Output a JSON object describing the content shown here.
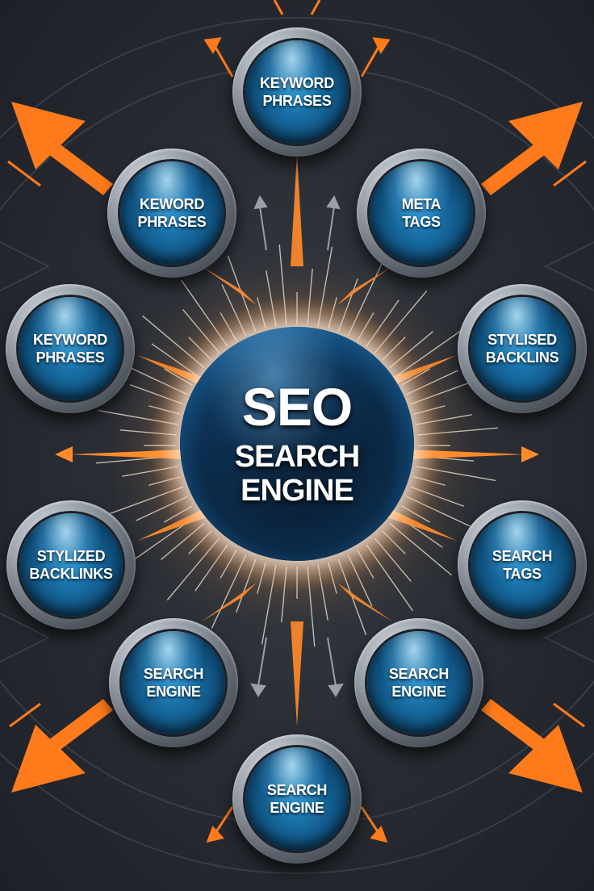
{
  "center": {
    "title": "SEO",
    "subtitle": "SEARCH\nENGINE"
  },
  "nodes": [
    {
      "label": "KEYWORD\nPHRASES"
    },
    {
      "label": "KEWORD\nPHRASES"
    },
    {
      "label": "META\nTAGS"
    },
    {
      "label": "KEYWORD\nPHRASES"
    },
    {
      "label": "STYLISED\nBACKLINS"
    },
    {
      "label": "STYLIZED\nBACKLINKS"
    },
    {
      "label": "SEARCH\nTAGS"
    },
    {
      "label": "SEARCH\nENGINE"
    },
    {
      "label": "SEARCH\nENGINE"
    },
    {
      "label": "SEARCH\nENGINE"
    }
  ],
  "colors": {
    "accent": "#ff7a1a",
    "node_blue": "#1f86c4",
    "background": "#2a2e35",
    "text": "#ffffff"
  }
}
